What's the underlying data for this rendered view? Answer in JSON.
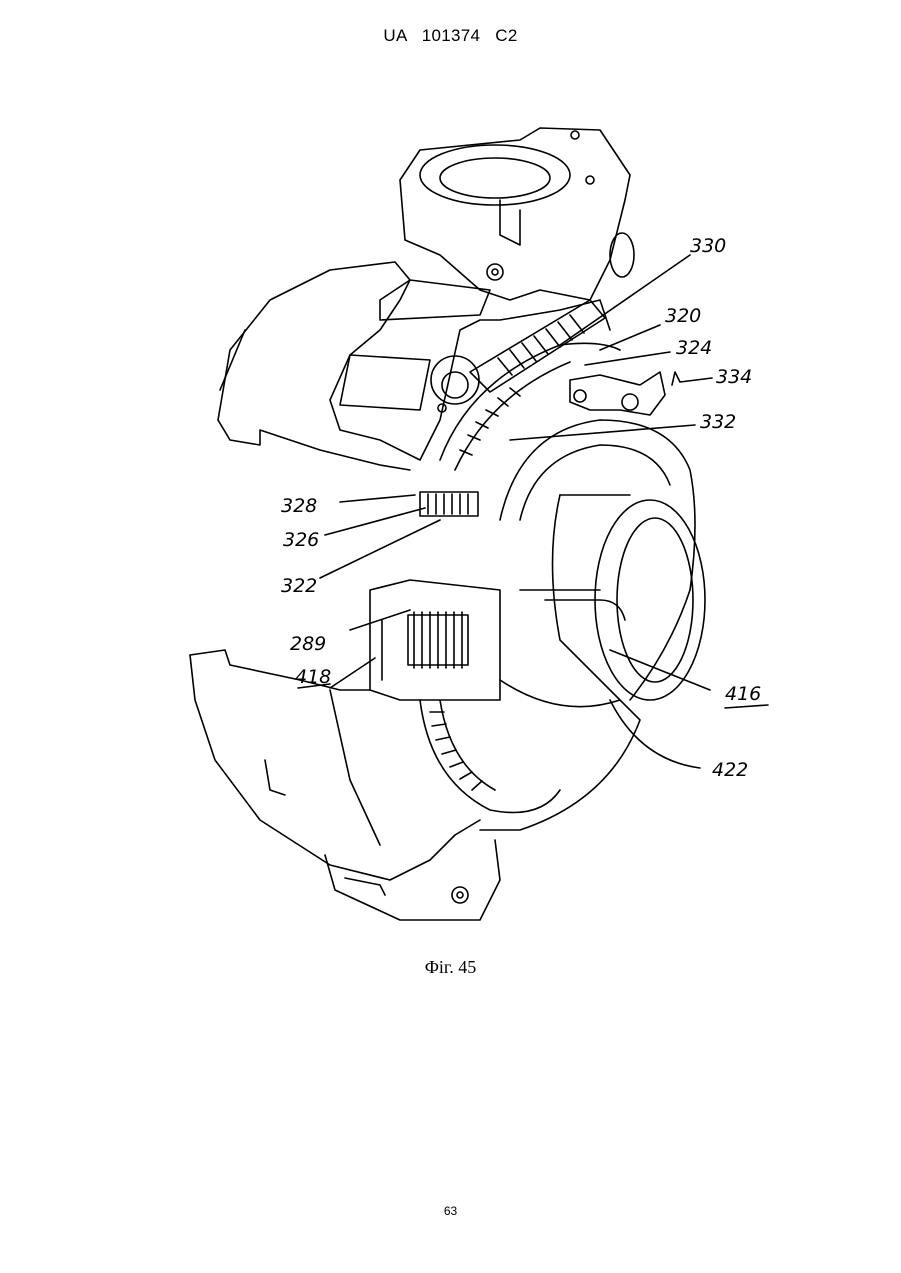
{
  "header": {
    "text": "UA   101374   C2"
  },
  "figure": {
    "caption": "Фіг. 45",
    "labels": {
      "l330": "330",
      "l320": "320",
      "l324": "324",
      "l334": "334",
      "l332": "332",
      "l328": "328",
      "l326": "326",
      "l322": "322",
      "l289": "289",
      "l418": "418",
      "l416": "416",
      "l422": "422"
    }
  },
  "footer": {
    "page_number": "63"
  }
}
